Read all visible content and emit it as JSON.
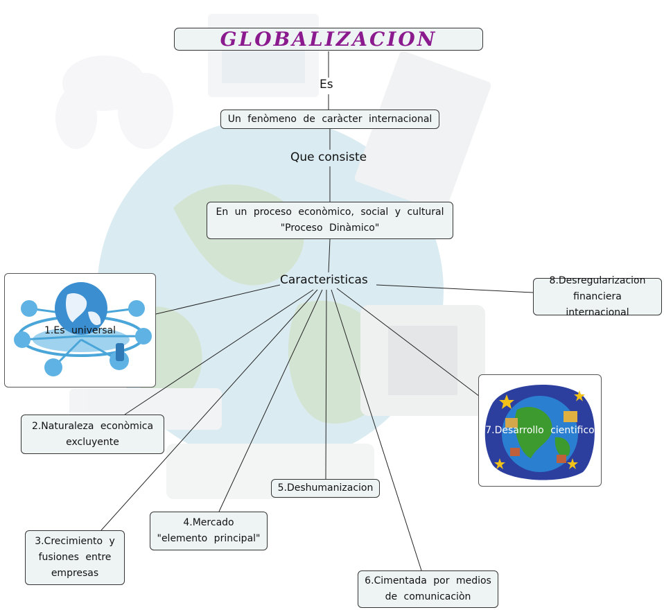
{
  "title": "GLOBALIZACION",
  "links": {
    "es": "Es",
    "que_consiste": "Que consiste",
    "caracteristicas": "Caracteristicas"
  },
  "nodes": {
    "fenomeno": "Un fenòmeno de caràcter internacional",
    "proceso_line1": "En un proceso econòmico, social y cultural",
    "proceso_line2": "\"Proceso Dinàmico\"",
    "c1": "1.Es universal",
    "c2_line1": "2.Naturaleza econòmica",
    "c2_line2": "excluyente",
    "c3_line1": "3.Crecimiento y",
    "c3_line2": "fusiones entre",
    "c3_line3": "empresas",
    "c4_line1": "4.Mercado",
    "c4_line2": "\"elemento principal\"",
    "c5": "5.Deshumanizacion",
    "c6_line1": "6.Cimentada por medios",
    "c6_line2": "de comunicaciòn",
    "c7": "7.Desarrollo cientifico",
    "c8_line1": "8.Desregularizacion",
    "c8_line2": "financiera internacional"
  },
  "colors": {
    "title": "#8b1a8f",
    "node_fill": "#eef3f3",
    "border": "#333333",
    "link": "#222222"
  },
  "icons": {
    "background": "globe-computer-watermark",
    "c1_image": "network-globe-image",
    "c7_image": "science-earth-image"
  }
}
